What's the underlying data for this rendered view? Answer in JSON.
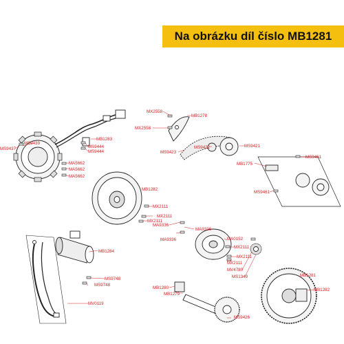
{
  "banner": {
    "text": "Na obrázku díl číslo MB1281",
    "background": "#f5bf0f"
  },
  "colors": {
    "label": "#d22020",
    "lead": "#d22020",
    "parts": "#222222"
  },
  "labels": {
    "mx2558a": "MX2558",
    "mb1278a": "MB1278",
    "mx2558b": "MX2558",
    "ms9423": "MS9423",
    "ms9422": "MS9422",
    "ms9421": "MS9421",
    "ms9439": "MS9439",
    "ms9437": "MS9437",
    "mb1283": "MB1283",
    "ms9444a": "MS9444",
    "ms9444b": "MS9444",
    "ma5662a": "MA5662",
    "ma5662b": "MA5662",
    "ma5662c": "MA5662",
    "mb1775": "MB1775",
    "ms9461a": "MS9461",
    "ms9461b": "MS9461",
    "mb1282a": "MB1282",
    "mx2111a": "MX2111",
    "mx2111b": "MX2111",
    "mx2111c": "MX2111",
    "ma9336a": "MA9336",
    "ma9336b": "MA9336",
    "ma9336c": "MA9336",
    "ma0152": "MA0152",
    "mx2111d": "MX2111",
    "mx2111e": "MX2111",
    "mx2111f": "MX2111",
    "mv4780": "MV4780",
    "ms1349": "MS1349",
    "mb1281": "MB1281",
    "mb1282b": "MB1282",
    "mb1284": "MB1284",
    "ms9748a": "MS9748",
    "ms9748b": "MS9748",
    "mv0119": "MV0119",
    "mb1280": "MB1280",
    "mb1279": "MB1279",
    "ms9426": "MS9426"
  }
}
